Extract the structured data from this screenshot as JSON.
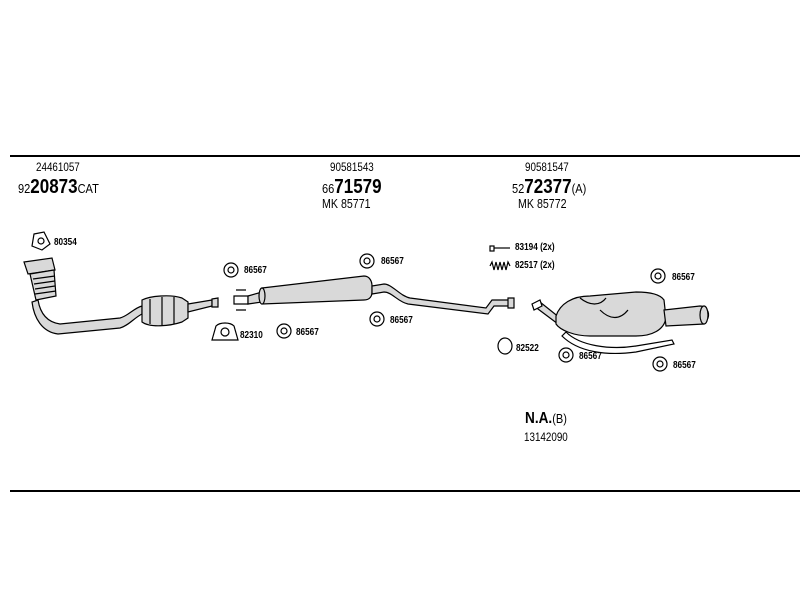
{
  "sections": [
    {
      "part_top": "24461057",
      "prefix": "92",
      "code": "20873",
      "suffix": "CAT",
      "kit": ""
    },
    {
      "part_top": "90581543",
      "prefix": "66",
      "code": "71579",
      "suffix": "",
      "kit": "MK  85771"
    },
    {
      "part_top": "90581547",
      "prefix": "52",
      "code": "72377",
      "suffix": "(A)",
      "kit": "MK  85772"
    }
  ],
  "callouts": {
    "c80354": "80354",
    "c86567_a": "86567",
    "c82310": "82310",
    "c86567_b": "86567",
    "c86567_c": "86567",
    "c86567_d": "86567",
    "c83194": "83194 (2x)",
    "c82517": "82517 (2x)",
    "c82522": "82522",
    "c86567_e": "86567",
    "c86567_f": "86567",
    "c86567_g": "86567"
  },
  "na_block": {
    "code": "N.A.",
    "suffix": "(B)",
    "part": "13142090"
  },
  "colors": {
    "ink": "#000000",
    "part_fill": "#d9d9d9",
    "background": "#ffffff"
  }
}
